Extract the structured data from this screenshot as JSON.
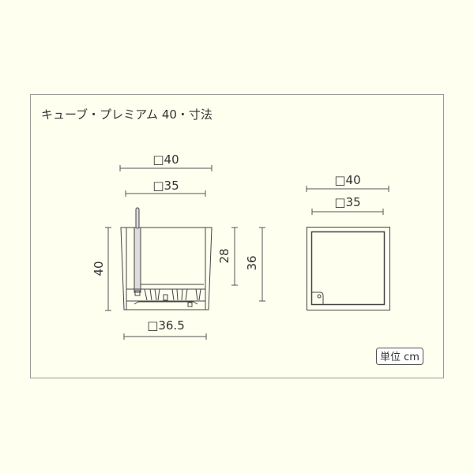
{
  "title": "キューブ・プレミアム 40・寸法",
  "side_view": {
    "top_outer_width": "□40",
    "top_inner_width": "□35",
    "bottom_width": "□36.5",
    "total_height": "40",
    "reservoir_height": "28",
    "inner_height": "36"
  },
  "top_view": {
    "outer_width": "□40",
    "inner_width": "□35"
  },
  "unit_label": "単位 cm",
  "colors": {
    "background": "#fffff0",
    "line": "#444444",
    "frame": "#999999"
  }
}
